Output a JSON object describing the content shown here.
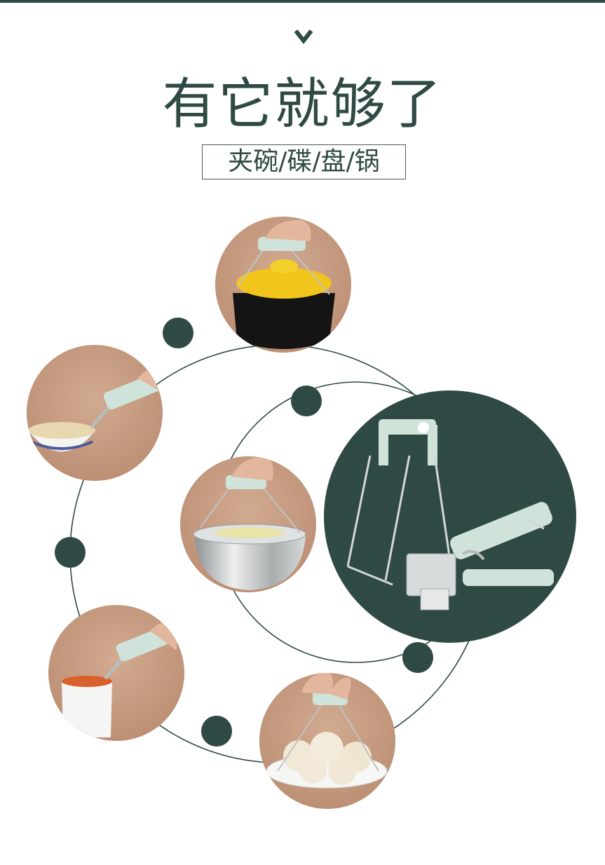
{
  "colors": {
    "accent": "#2f4a45",
    "photo_bg": "#c79d82",
    "clip_mint": "#cfe3db"
  },
  "header": {
    "chevron_icon": "chevron-down-icon",
    "headline": "有它就够了",
    "subtitle": "夹碗/碟/盘/锅"
  },
  "usage_photos": [
    {
      "icon": "clay-pot-photo"
    },
    {
      "icon": "soup-bowl-photo"
    },
    {
      "icon": "steel-pot-photo"
    },
    {
      "icon": "white-cup-photo"
    },
    {
      "icon": "bun-plate-photo"
    }
  ],
  "product": {
    "icon": "dish-clip-product-photo"
  }
}
